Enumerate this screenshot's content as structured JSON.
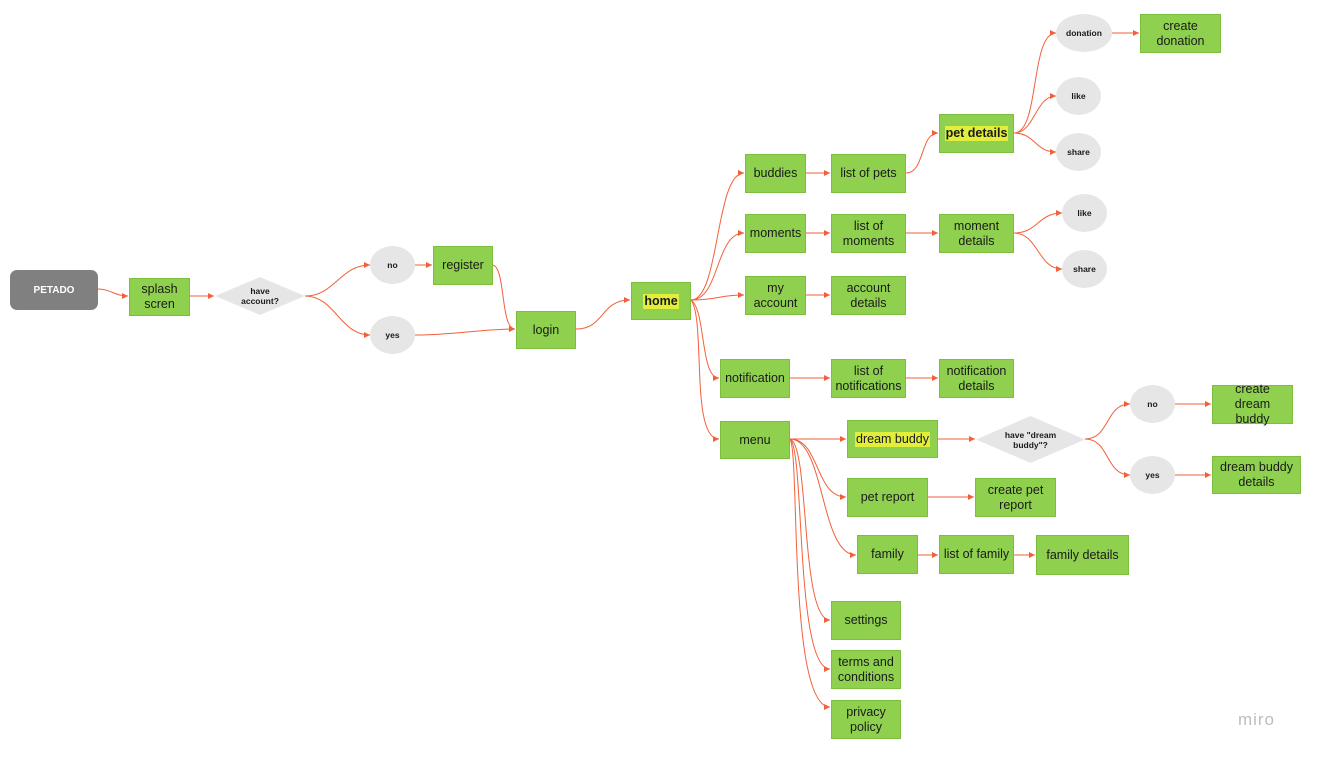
{
  "nodes": {
    "petado": "PETADO",
    "splash": "splash\nscren",
    "have_account": "have\naccount?",
    "no_1": "no",
    "yes_1": "yes",
    "register": "register",
    "login": "login",
    "home": "home",
    "buddies": "buddies",
    "moments": "moments",
    "my_account": "my\naccount",
    "notification": "notification",
    "menu": "menu",
    "list_of_pets": "list of pets",
    "pet_details": "pet details",
    "donation": "donation",
    "create_donation": "create\ndonation",
    "like_1": "like",
    "share_1": "share",
    "list_of_moments": "list of\nmoments",
    "moment_details": "moment\ndetails",
    "like_2": "like",
    "share_2": "share",
    "account_details": "account\ndetails",
    "list_of_notifications": "list of\nnotifications",
    "notification_details": "notification\ndetails",
    "dream_buddy": "dream buddy",
    "have_dream_buddy": "have \"dream\nbuddy\"?",
    "no_2": "no",
    "yes_2": "yes",
    "create_dream_buddy": "create dream\nbuddy",
    "dream_buddy_details": "dream buddy\ndetails",
    "pet_report": "pet report",
    "create_pet_report": "create pet\nreport",
    "family": "family",
    "list_of_family": "list of family",
    "family_details": "family details",
    "settings": "settings",
    "terms": "terms and\nconditions",
    "privacy": "privacy\npolicy"
  },
  "watermark": "miro",
  "colors": {
    "node_green": "#8fd14f",
    "highlight": "#e1ee3c",
    "edge": "#f2603a",
    "ellipse": "#e6e6e6",
    "start": "#808080"
  }
}
